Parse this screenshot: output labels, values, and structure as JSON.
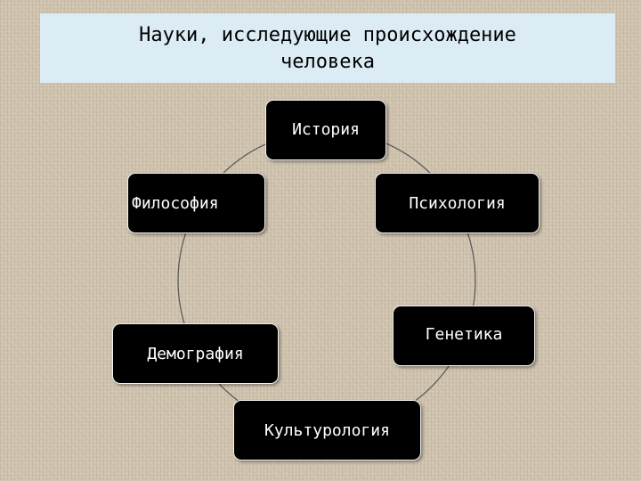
{
  "title": {
    "line1": "Науки, исследующие происхождение",
    "line2": "человека"
  },
  "diagram": {
    "nodes": [
      {
        "id": "history",
        "label": "История"
      },
      {
        "id": "philosophy",
        "label": "Философия"
      },
      {
        "id": "psychology",
        "label": "Психология"
      },
      {
        "id": "genetics",
        "label": "Генетика"
      },
      {
        "id": "demography",
        "label": "Демография"
      },
      {
        "id": "culturology",
        "label": "Культурология"
      }
    ],
    "colors": {
      "node_fill": "#000000",
      "node_text": "#ffffff",
      "title_fill": "#dcecf5",
      "connector": "#555555"
    }
  }
}
